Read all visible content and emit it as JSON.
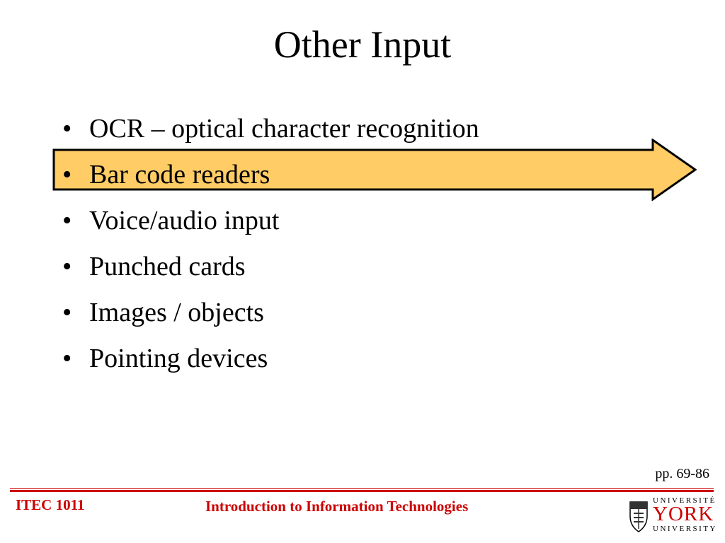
{
  "slide": {
    "title": "Other Input",
    "bullet_char": "•",
    "bullets": [
      "OCR – optical character recognition",
      "Bar code readers",
      "Voice/audio input",
      "Punched cards",
      "Images / objects",
      "Pointing devices"
    ],
    "page_ref": "pp. 69-86"
  },
  "footer": {
    "course_code": "ITEC 1011",
    "course_name": "Introduction to Information Technologies"
  },
  "logo": {
    "top_text": "UNIVERSITÉ",
    "main_text": "YORK",
    "bottom_text": "UNIVERSITY"
  },
  "colors": {
    "highlight_fill": "#FFCC66",
    "footer_red": "#CC0000"
  }
}
